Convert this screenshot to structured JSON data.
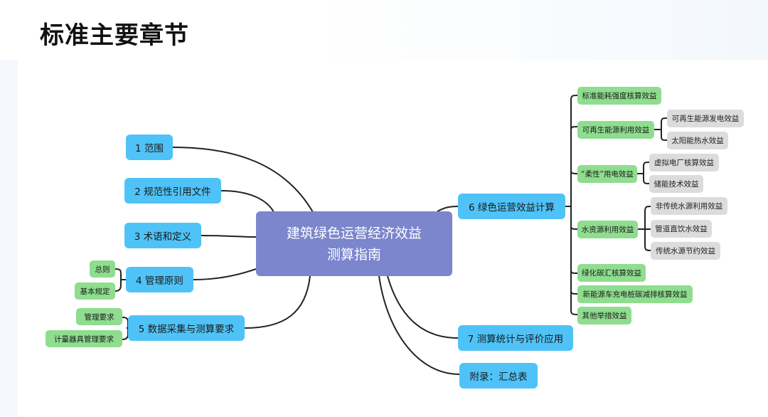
{
  "page": {
    "title": "标准主要章节"
  },
  "colors": {
    "chapter": "#4fc3f7",
    "sub": "#8fdd8f",
    "leaf": "#dcdcdc",
    "root": "#7b86cc",
    "line": "#222222"
  },
  "mindmap": {
    "root": {
      "line1": "建筑绿色运营经济效益",
      "line2": "测算指南"
    },
    "left": [
      {
        "label": "1 范围",
        "children": []
      },
      {
        "label": "2 规范性引用文件",
        "children": []
      },
      {
        "label": "3 术语和定义",
        "children": []
      },
      {
        "label": "4 管理原则",
        "children": [
          "总则",
          "基本规定"
        ]
      },
      {
        "label": "5 数据采集与测算要求",
        "children": [
          "管理要求",
          "计量器具管理要求"
        ]
      }
    ],
    "right": [
      {
        "label": "6 绿色运营效益计算",
        "children": [
          {
            "label": "标准能耗强度核算效益",
            "children": []
          },
          {
            "label": "可再生能源利用效益",
            "children": [
              "可再生能源发电效益",
              "太阳能热水效益"
            ]
          },
          {
            "label": "“柔性”用电效益",
            "children": [
              "虚拟电厂核算效益",
              "储能技术效益"
            ]
          },
          {
            "label": "水资源利用效益",
            "children": [
              "非传统水源利用效益",
              "管道直饮水效益",
              "传统水源节约效益"
            ]
          },
          {
            "label": "绿化碳汇核算效益",
            "children": []
          },
          {
            "label": "新能源车充电桩碳减排核算效益",
            "children": []
          },
          {
            "label": "其他举措效益",
            "children": []
          }
        ]
      },
      {
        "label": "7 测算统计与评价应用",
        "children": []
      },
      {
        "label": "附录：汇总表",
        "children": []
      }
    ]
  }
}
